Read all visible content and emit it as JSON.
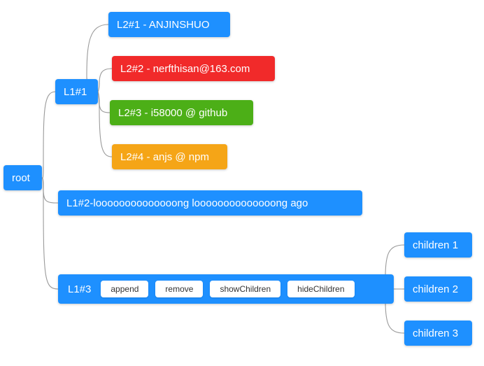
{
  "canvas": {
    "background": "#ffffff",
    "edge_color": "#9a9a9a"
  },
  "palette": {
    "blue": "#1e90ff",
    "red": "#f12a2a",
    "green": "#4caf17",
    "orange": "#f5a517",
    "node_text": "#ffffff",
    "button_bg": "#ffffff",
    "button_text": "#333333"
  },
  "nodes": {
    "root": {
      "label": "root",
      "color": "blue"
    },
    "l1_1": {
      "label": "L1#1",
      "color": "blue"
    },
    "l2_1": {
      "label": "L2#1 - ANJINSHUO",
      "color": "blue"
    },
    "l2_2": {
      "label": "L2#2 - nerfthisan@163.com",
      "color": "red"
    },
    "l2_3": {
      "label": "L2#3 - i58000 @ github",
      "color": "green"
    },
    "l2_4": {
      "label": "L2#4 - anjs @ npm",
      "color": "orange"
    },
    "l1_2": {
      "label": "L1#2-loooooooooooooong loooooooooooooong ago",
      "color": "blue"
    },
    "l1_3": {
      "label": "L1#3",
      "color": "blue",
      "buttons": [
        {
          "label": "append"
        },
        {
          "label": "remove"
        },
        {
          "label": "showChildren"
        },
        {
          "label": "hideChildren"
        }
      ]
    },
    "child_1": {
      "label": "children 1",
      "color": "blue"
    },
    "child_2": {
      "label": "children 2",
      "color": "blue"
    },
    "child_3": {
      "label": "children 3",
      "color": "blue"
    }
  }
}
